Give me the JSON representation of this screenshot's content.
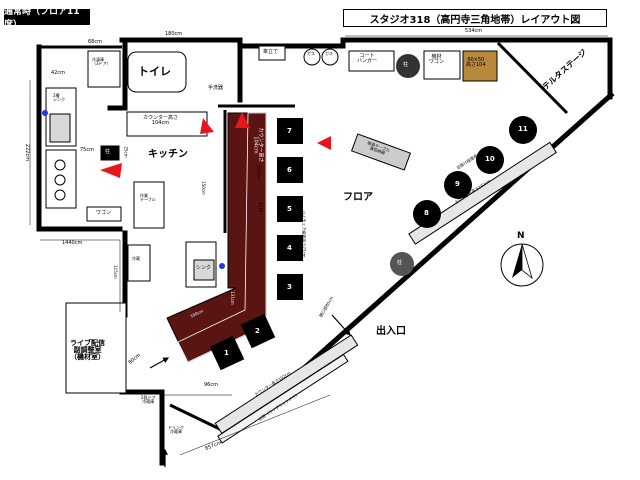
{
  "header": {
    "mode": "通常時（フロア11席）",
    "title": "スタジオ318（高円寺三角地帯）レイアウト図"
  },
  "rooms": {
    "toilet": "トイレ",
    "kitchen": "キッチン",
    "floor": "フロア",
    "entrance": "出入口",
    "stage": "テルタステージ",
    "control_room": "ライブ配信\n副調整室\n（機材室）"
  },
  "furniture": {
    "fridge": "冷凍庫\n（3ドア）",
    "sink_2": "2槽\nシンク",
    "hand_wash": "手洗器",
    "counter_height_kitchen": "カウンター高さ\n104cm",
    "work_table": "作業\nテーブル",
    "wagon": "ワゴン",
    "fridge_small": "冷蔵",
    "sink": "シンク",
    "umbrella": "傘立て",
    "gas_1": "ガス",
    "gas_2": "ガス",
    "coat_hanger": "コート\nハンガー",
    "equipment_wagon": "機材\nワゴン",
    "storage_box": "60×50\n高さ104",
    "low_table": "簡易テーブル\n兼収納箱",
    "counter_main": "カウンター高さ\n104cm",
    "counter_window": "カウンター高さ102cm",
    "counter_entrance": "カウンター高さ102cm",
    "showcase": "2段ドア\n冷蔵庫",
    "drink_fridge": "ドリンク\n冷蔵庫",
    "pillar": "柱"
  },
  "dimensions": [
    "68cm",
    "180cm",
    "534cm",
    "42cm",
    "75cm",
    "25cm",
    "222cm",
    "1440cm",
    "150cm",
    "270cm",
    "115cm",
    "100cm",
    "131cm",
    "ハイチェア座面高さ72cm",
    "96cm",
    "80cm",
    "開口部80cm",
    "857cm",
    "足掛け座面高さ68cm",
    "出窓（ライブウィンドウ）",
    "2510"
  ],
  "seats": [
    "1",
    "2",
    "3",
    "4",
    "5",
    "6",
    "7",
    "8",
    "9",
    "10",
    "11"
  ],
  "compass": "N",
  "colors": {
    "counter_fill": "#5a1412",
    "box_fill": "#b8893d",
    "marker_red": "#e8161c",
    "wall": "#000000"
  }
}
